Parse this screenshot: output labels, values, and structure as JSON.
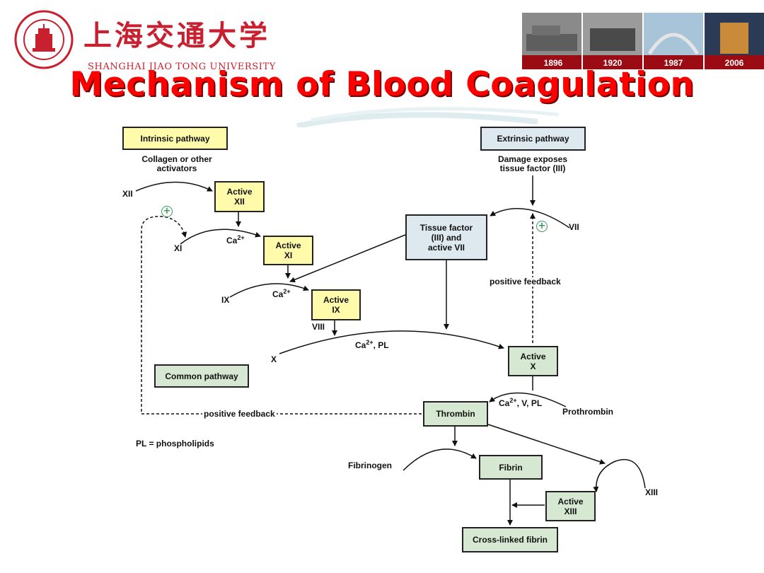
{
  "header": {
    "university_cn": "上海交通大学",
    "university_en": "SHANGHAI JIAO TONG UNIVERSITY",
    "years": [
      "1896",
      "1920",
      "1987",
      "2006"
    ],
    "title": "Mechanism of Blood Coagulation"
  },
  "diagram": {
    "intrinsic_box": "Intrinsic pathway",
    "intrinsic_sub": "Collagen or other\nactivators",
    "extrinsic_box": "Extrinsic pathway",
    "extrinsic_sub": "Damage exposes\ntissue factor (III)",
    "active_xii": "Active\nXII",
    "active_xi": "Active\nXI",
    "active_ix": "Active\nIX",
    "active_x": "Active\nX",
    "active_xiii": "Active\nXIII",
    "tissue_factor_box": "Tissue factor\n(III) and\nactive VII",
    "common_box": "Common pathway",
    "thrombin_box": "Thrombin",
    "fibrin_box": "Fibrin",
    "crosslinked_box": "Cross-linked fibrin",
    "xii": "XII",
    "xi": "XI",
    "ix": "IX",
    "viii": "VIII",
    "x": "X",
    "vii": "VII",
    "xiii": "XIII",
    "ca_base": "Ca",
    "ca_sup": "2+",
    "ca_pl_suffix": ", PL",
    "ca_v_pl_suffix": ", V, PL",
    "prothrombin": "Prothrombin",
    "fibrinogen": "Fibrinogen",
    "positive_feedback_left": "positive feedback",
    "positive_feedback_right": "positive feedback",
    "pl_note": "PL = phospholipids",
    "plus_symbol": "+"
  },
  "colors": {
    "title_red": "#ff0000",
    "brand_red": "#c8202f",
    "yellow_box": "#fffbab",
    "blue_box": "#dde9ef",
    "green_box": "#d7e8d2",
    "plus_green": "#3a9a5a"
  }
}
